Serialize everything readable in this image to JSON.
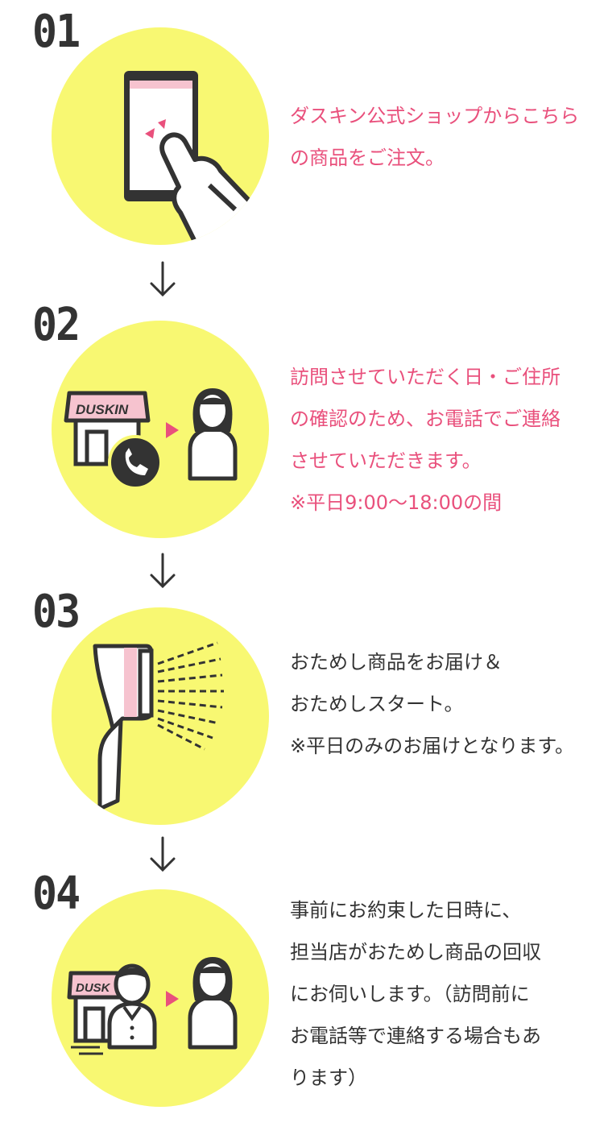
{
  "steps": [
    {
      "number": "01",
      "text": "ダスキン公式ショップからこちら\nの商品をご注文。"
    },
    {
      "number": "02",
      "text": "訪問させていただく日・ご住所\nの確認のため、お電話でご連絡\nさせていただきます。\n※平日9:00〜18:00の間",
      "store_sign": "DUSKIN"
    },
    {
      "number": "03",
      "text": "おためし商品をお届け＆\nおためしスタート。\n※平日のみのお届けとなります。"
    },
    {
      "number": "04",
      "text": "事前にお約束した日時に、\n担当店がおためし商品の回収\nにお伺いします。（訪問前に\nお電話等で連絡する場合もあ\nります）",
      "store_sign": "DUSK"
    }
  ],
  "colors": {
    "circle": "#f8f872",
    "accent_pink": "#e9507c",
    "light_pink": "#f6c3cf",
    "ink": "#333333"
  }
}
